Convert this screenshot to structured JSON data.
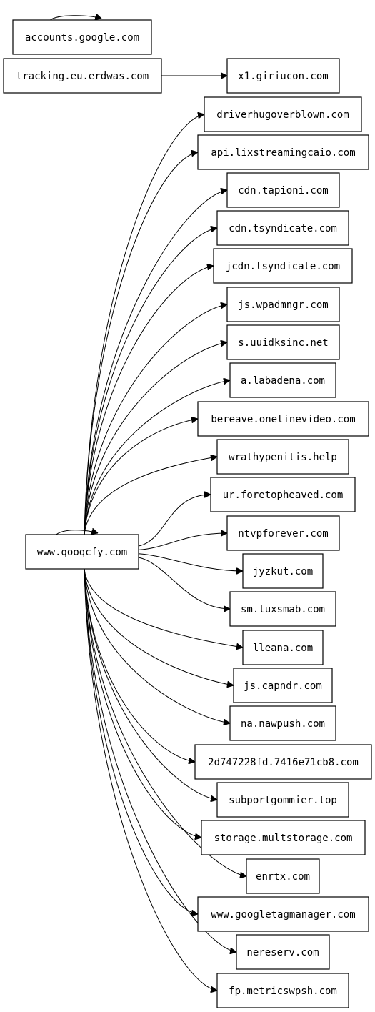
{
  "graph": {
    "nodes": [
      {
        "id": "accounts",
        "label": "accounts.google.com"
      },
      {
        "id": "tracking",
        "label": "tracking.eu.erdwas.com"
      },
      {
        "id": "x1",
        "label": "x1.giriucon.com"
      },
      {
        "id": "driverhug",
        "label": "driverhugoverblown.com"
      },
      {
        "id": "api",
        "label": "api.lixstreamingcaio.com"
      },
      {
        "id": "tapioni",
        "label": "cdn.tapioni.com"
      },
      {
        "id": "tsyndicate",
        "label": "cdn.tsyndicate.com"
      },
      {
        "id": "jcdn",
        "label": "jcdn.tsyndicate.com"
      },
      {
        "id": "wpadmngr",
        "label": "js.wpadmngr.com"
      },
      {
        "id": "uuidksinc",
        "label": "s.uuidksinc.net"
      },
      {
        "id": "labadena",
        "label": "a.labadena.com"
      },
      {
        "id": "bereave",
        "label": "bereave.onelinevideo.com"
      },
      {
        "id": "wrathy",
        "label": "wrathypenitis.help"
      },
      {
        "id": "foretop",
        "label": "ur.foretopheaved.com"
      },
      {
        "id": "center",
        "label": "www.qooqcfy.com"
      },
      {
        "id": "ntvp",
        "label": "ntvpforever.com"
      },
      {
        "id": "jyzkut",
        "label": "jyzkut.com"
      },
      {
        "id": "luxsmab",
        "label": "sm.luxsmab.com"
      },
      {
        "id": "lleana",
        "label": "lleana.com"
      },
      {
        "id": "capndr",
        "label": "js.capndr.com"
      },
      {
        "id": "nawpush",
        "label": "na.nawpush.com"
      },
      {
        "id": "hex",
        "label": "2d747228fd.7416e71cb8.com"
      },
      {
        "id": "subport",
        "label": "subportgommier.top"
      },
      {
        "id": "multstorage",
        "label": "storage.multstorage.com"
      },
      {
        "id": "enrtx",
        "label": "enrtx.com"
      },
      {
        "id": "gtm",
        "label": "www.googletagmanager.com"
      },
      {
        "id": "nereserv",
        "label": "nereserv.com"
      },
      {
        "id": "metrics",
        "label": "fp.metricswpsh.com"
      }
    ],
    "edges": [
      [
        "accounts",
        "accounts"
      ],
      [
        "tracking",
        "x1"
      ],
      [
        "center",
        "center"
      ],
      [
        "center",
        "driverhug"
      ],
      [
        "center",
        "api"
      ],
      [
        "center",
        "tapioni"
      ],
      [
        "center",
        "tsyndicate"
      ],
      [
        "center",
        "jcdn"
      ],
      [
        "center",
        "wpadmngr"
      ],
      [
        "center",
        "uuidksinc"
      ],
      [
        "center",
        "labadena"
      ],
      [
        "center",
        "bereave"
      ],
      [
        "center",
        "wrathy"
      ],
      [
        "center",
        "foretop"
      ],
      [
        "center",
        "ntvp"
      ],
      [
        "center",
        "jyzkut"
      ],
      [
        "center",
        "luxsmab"
      ],
      [
        "center",
        "lleana"
      ],
      [
        "center",
        "capndr"
      ],
      [
        "center",
        "nawpush"
      ],
      [
        "center",
        "hex"
      ],
      [
        "center",
        "subport"
      ],
      [
        "center",
        "multstorage"
      ],
      [
        "center",
        "enrtx"
      ],
      [
        "center",
        "gtm"
      ],
      [
        "center",
        "nereserv"
      ],
      [
        "center",
        "metrics"
      ]
    ]
  }
}
